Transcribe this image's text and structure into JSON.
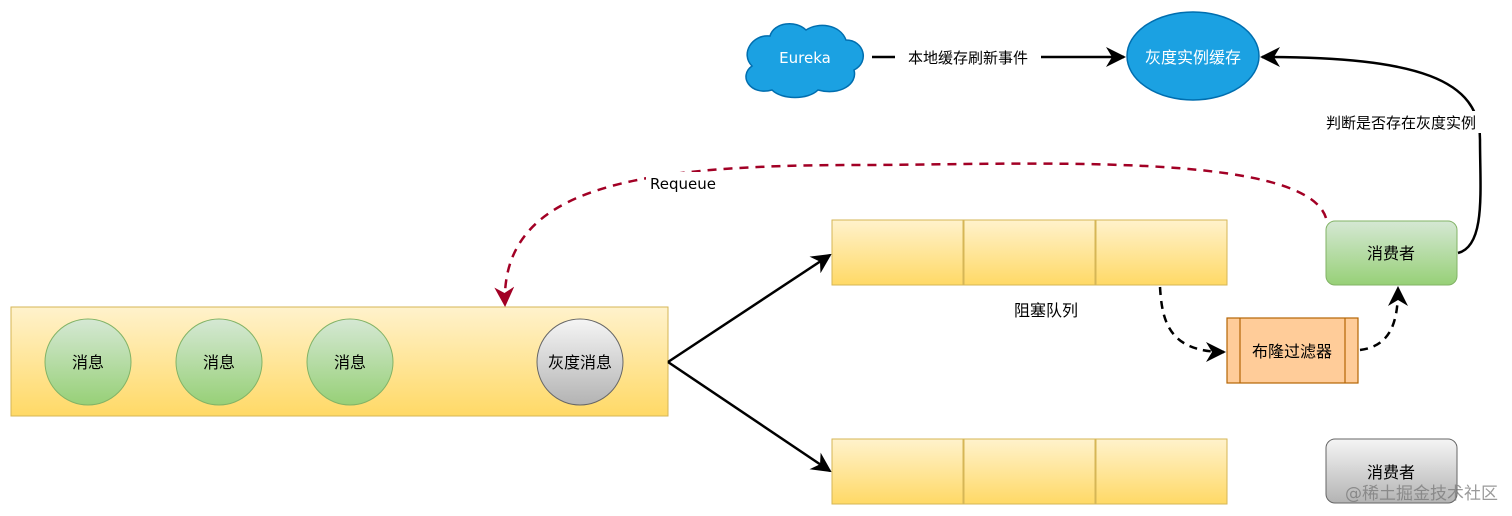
{
  "eureka": {
    "label": "Eureka"
  },
  "cache": {
    "label": "灰度实例缓存"
  },
  "edges": {
    "refresh": "本地缓存刷新事件",
    "check": "判断是否存在灰度实例",
    "requeue": "Requeue"
  },
  "source_queue": {
    "messages": [
      "消息",
      "消息",
      "消息"
    ],
    "gray_message": "灰度消息"
  },
  "blocking_queue": {
    "label": "阻塞队列"
  },
  "filter": {
    "label": "布隆过滤器"
  },
  "consumers": [
    "消费者",
    "消费者"
  ],
  "watermark": "@稀土掘金技术社区",
  "colors": {
    "queue_fill": "#ffd966",
    "queue_stroke": "#d6b656",
    "message_fill": "#97d077",
    "message_stroke": "#82b366",
    "gray_fill": "#d5d5d5",
    "cloud_fill": "#1ba1e2",
    "filter_fill": "#ffcc99",
    "filter_stroke": "#b46504",
    "requeue_color": "#a20025"
  }
}
